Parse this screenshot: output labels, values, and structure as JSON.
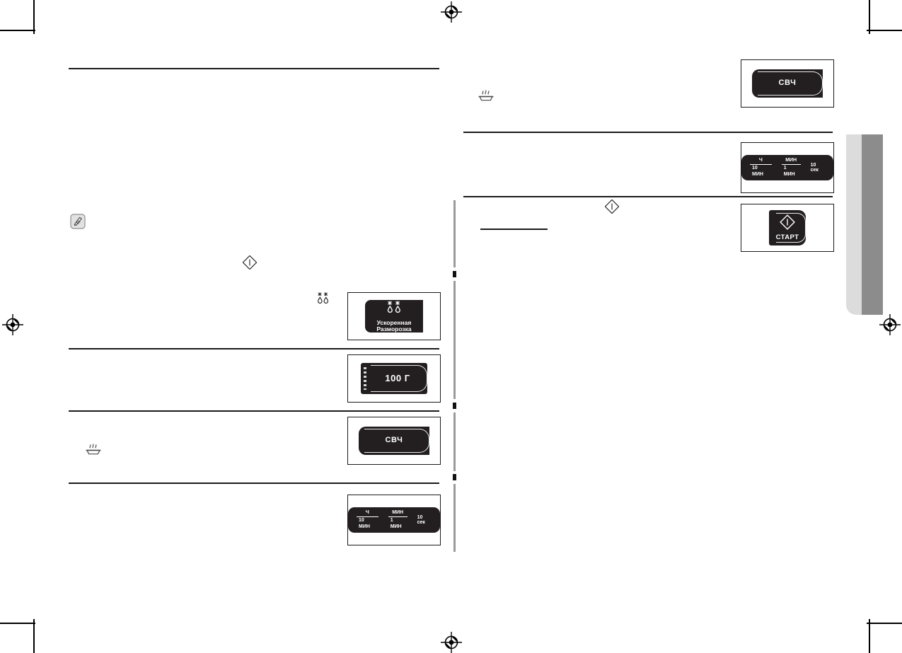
{
  "page": {
    "title": "Samsung microwave oven manual page (Russian)",
    "language": "ru",
    "background": "#ffffff",
    "ink": "#1a1a1a"
  },
  "print_marks": {
    "registration_icon": "registration-crosshair-icon",
    "positions": [
      "top-center",
      "left-middle",
      "right-middle",
      "bottom-center"
    ],
    "crop_marks": [
      "top-left",
      "top-right",
      "bottom-left",
      "bottom-right"
    ]
  },
  "left_column": {
    "note_icon": "note-pencil-icon",
    "inline_icons": [
      {
        "name": "start-diamond-icon",
        "glyph": "diamond-with-bar"
      },
      {
        "name": "defrost-snowflake-drop-icon",
        "glyph": "two-snowflakes-two-drops"
      },
      {
        "name": "microwave-dish-waves-icon",
        "glyph": "dish-with-waves"
      }
    ],
    "steps": [
      {
        "step_id": "defrost-key",
        "key": {
          "name": "power-defrost-key",
          "icon": "snowflakes-drops-icon",
          "label_line1": "Ускоренная",
          "label_line2": "Разморозка"
        }
      },
      {
        "step_id": "weight-key",
        "key": {
          "name": "weight-100g-key",
          "label": "100 Г"
        }
      },
      {
        "step_id": "microwave-key",
        "key": {
          "name": "microwave-key",
          "label": "СВЧ"
        }
      },
      {
        "step_id": "time-key",
        "key": {
          "name": "time-setting-key",
          "segments": [
            {
              "numerator": "Ч",
              "denominator": "10 МИН"
            },
            {
              "numerator": "МИН",
              "denominator": "1 МИН"
            },
            {
              "single": "10 сек"
            }
          ]
        }
      }
    ]
  },
  "right_column": {
    "inline_icons": [
      {
        "name": "microwave-dish-waves-icon",
        "glyph": "dish-with-waves"
      },
      {
        "name": "start-diamond-icon",
        "glyph": "diamond-with-bar"
      }
    ],
    "steps": [
      {
        "step_id": "microwave-key",
        "key": {
          "name": "microwave-key",
          "label": "СВЧ"
        }
      },
      {
        "step_id": "time-key",
        "key": {
          "name": "time-setting-key",
          "segments": [
            {
              "numerator": "Ч",
              "denominator": "10 МИН"
            },
            {
              "numerator": "МИН",
              "denominator": "1 МИН"
            },
            {
              "single": "10 сек"
            }
          ]
        }
      },
      {
        "step_id": "start-key",
        "key": {
          "name": "start-key",
          "icon": "start-diamond-icon",
          "label": "СТАРТ"
        }
      }
    ]
  },
  "side_tab": {
    "name": "chapter-thumb-tab",
    "light_color": "#dcdcdc",
    "dark_color": "#8c8c8c"
  }
}
